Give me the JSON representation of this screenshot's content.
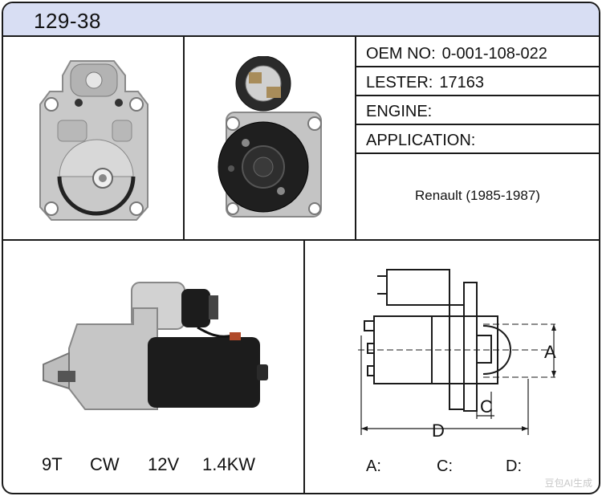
{
  "header": {
    "part_number": "129-38"
  },
  "specs": [
    {
      "label": "OEM NO:",
      "value": "0-001-108-022"
    },
    {
      "label": "LESTER:",
      "value": "17163"
    },
    {
      "label": "ENGINE:",
      "value": ""
    },
    {
      "label": "APPLICATION:",
      "value": ""
    }
  ],
  "application_value": "Renault (1985-1987)",
  "electrical": {
    "teeth": "9T",
    "rotation": "CW",
    "voltage": "12V",
    "power": "1.4KW"
  },
  "dimensions": {
    "labels": {
      "a": "A",
      "c": "C",
      "d": "D"
    },
    "fields": [
      {
        "label": "A:",
        "value": ""
      },
      {
        "label": "C:",
        "value": ""
      },
      {
        "label": "D:",
        "value": ""
      }
    ]
  },
  "watermark": "豆包AI生成",
  "colors": {
    "header_bg": "#d8def3",
    "border": "#1a1a1a",
    "metal": "#c9c9c9",
    "motor_black": "#1c1c1c"
  }
}
